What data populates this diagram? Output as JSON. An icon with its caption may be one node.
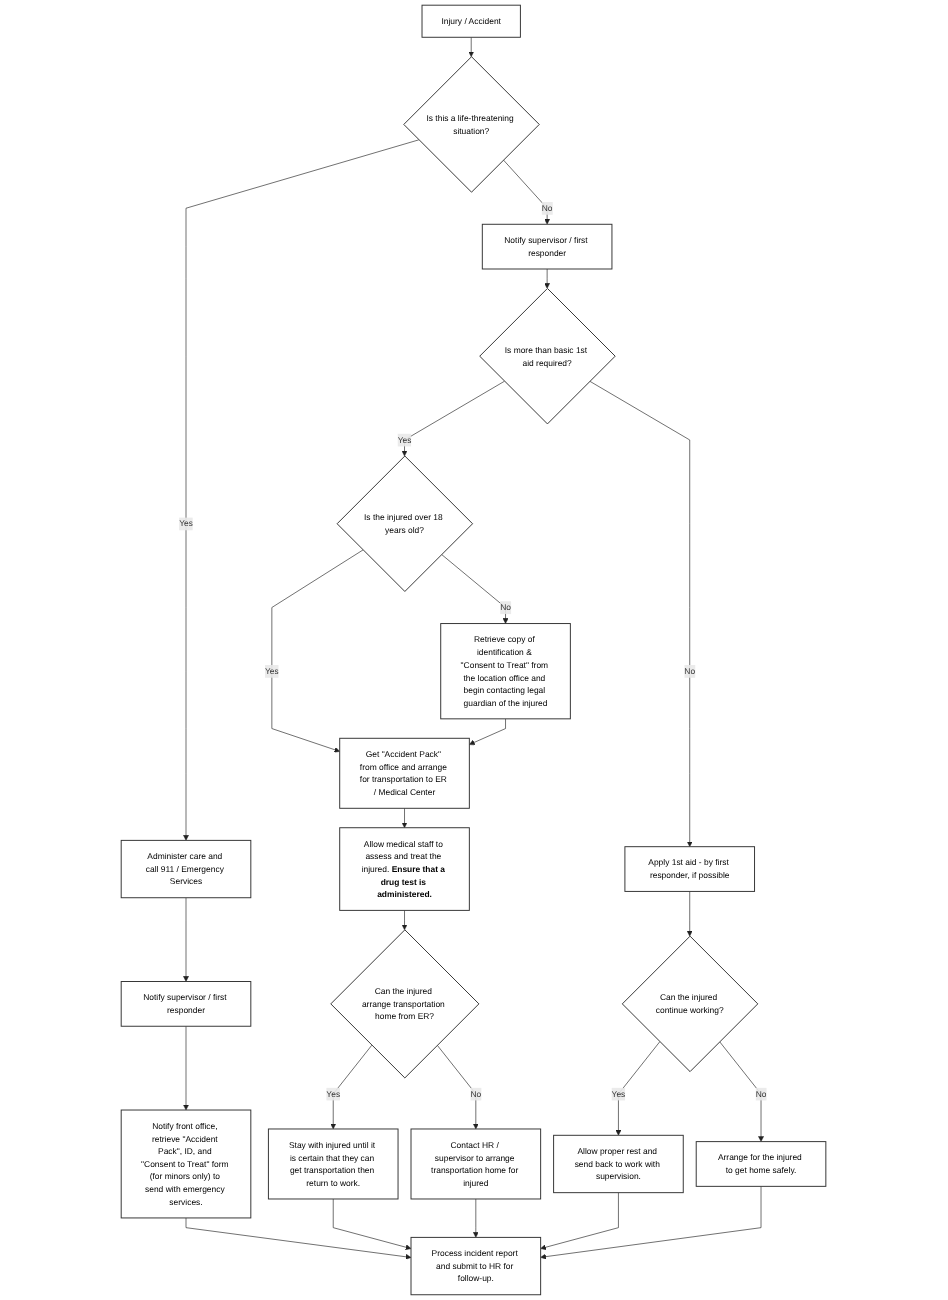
{
  "diagram": {
    "nodes": [
      {
        "text": [
          "Injury / Accident"
        ]
      },
      {
        "text": [
          "Is this a life-threatening situation?"
        ]
      },
      {
        "text": [
          "Administer care and call 911 / Emergency Services"
        ]
      },
      {
        "text": [
          "Notify supervisor / first responder"
        ]
      },
      {
        "text": [
          "Notify supervisor / first responder"
        ]
      },
      {
        "text": [
          "Get \"Accident Pack\" from office and arrange for transportation to ER / Medical Center"
        ]
      },
      {
        "text": [
          "Is more than basic 1st aid required?"
        ]
      },
      {
        "text": [
          "Allow medical staff to assess and treat the injured. **Ensure that a drug test is administered.**"
        ]
      },
      {
        "text": [
          "Is the injured over 18 years old?"
        ]
      },
      {
        "text": [
          "Apply 1st aid - by first responder, if possible"
        ]
      },
      {
        "text": [
          "Notify front office, retrieve \"Accident Pack\", ID, and \"Consent to Treat\" form (for minors only) to send with emergency services."
        ]
      },
      {
        "text": [
          "Can the injured arrange transportation home from ER?"
        ]
      },
      {
        "text": [
          "Retrieve copy of identification & \"Consent to Treat\" from the location office and begin contacting legal guardian of the injured"
        ]
      },
      {
        "text": [
          "Can the injured continue working?"
        ]
      },
      {
        "text": [
          "Stay with injured until it is certain that they can get transportation then return to work."
        ]
      },
      {
        "text": [
          "Contact HR / supervisor to arrange transportation home for injured"
        ]
      },
      {
        "text": [
          "Allow proper rest and send back to work with supervision."
        ]
      },
      {
        "text": [
          "Arrange for the injured to get home safely."
        ]
      },
      {
        "text": [
          "Process incident report and submit to HR for follow-up."
        ]
      }
    ],
    "edges": [
      {
        "from": 0,
        "to": 1,
        "arrow": "to"
      },
      {
        "from": 1,
        "to": 2,
        "arrow": "to",
        "label": "Yes"
      },
      {
        "from": 1,
        "to": 3,
        "arrow": "to",
        "label": "No"
      },
      {
        "from": 2,
        "to": 4,
        "arrow": "to"
      },
      {
        "from": 3,
        "to": 6,
        "arrow": "to"
      },
      {
        "from": 4,
        "to": 10,
        "arrow": "to"
      },
      {
        "from": 6,
        "to": 8,
        "arrow": "to",
        "label": "Yes"
      },
      {
        "from": 6,
        "to": 9,
        "arrow": "to",
        "label": "No"
      },
      {
        "from": 8,
        "to": 5,
        "arrow": "to",
        "label": "Yes"
      },
      {
        "from": 8,
        "to": 12,
        "arrow": "to",
        "label": "No"
      },
      {
        "from": 12,
        "to": 5,
        "arrow": "to"
      },
      {
        "from": 5,
        "to": 7,
        "arrow": "to"
      },
      {
        "from": 7,
        "to": 11,
        "arrow": "to"
      },
      {
        "from": 11,
        "to": 14,
        "arrow": "to",
        "label": "Yes"
      },
      {
        "from": 11,
        "to": 15,
        "arrow": "to",
        "label": "No"
      },
      {
        "from": 9,
        "to": 13,
        "arrow": "to"
      },
      {
        "from": 13,
        "to": 16,
        "arrow": "to",
        "label": "Yes"
      },
      {
        "from": 13,
        "to": 17,
        "arrow": "to",
        "label": "No"
      },
      {
        "from": 14,
        "to": 18,
        "arrow": "to"
      },
      {
        "from": 15,
        "to": 18,
        "arrow": "to"
      },
      {
        "from": 10,
        "to": 18,
        "arrow": "to"
      },
      {
        "from": 16,
        "to": 18,
        "arrow": "to"
      },
      {
        "from": 17,
        "to": 18,
        "arrow": "to"
      }
    ]
  }
}
